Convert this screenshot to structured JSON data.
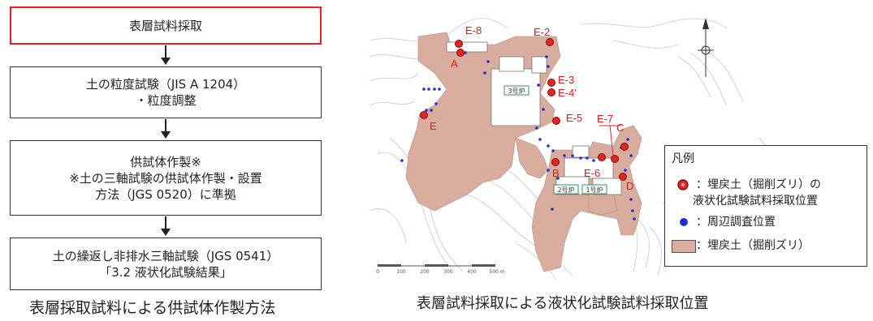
{
  "flowchart": {
    "step1": "表層試料採取",
    "step2": {
      "line1": "土の粒度試験（JIS A 1204）",
      "line2": "・粒度調整"
    },
    "step3": {
      "line1": "供試体作製※",
      "line2": "※土の三軸試験の供試体作製・設置",
      "line3": "方法（JGS 0520）に準拠"
    },
    "step4": {
      "line1": "土の繰返し非排水三軸試験（JGS 0541）",
      "line2": "「3.2 液状化試験結果」"
    },
    "caption": "表層採取試料による供試体作製方法"
  },
  "map": {
    "caption": "表層試料採取による液状化試験試料採取位置",
    "points": [
      "E-8",
      "A",
      "E-2",
      "E-3",
      "E-4′",
      "E-5",
      "E",
      "E-7",
      "C",
      "B",
      "E-6",
      "D"
    ],
    "buildings": [
      "3号炉",
      "2号炉",
      "1号炉"
    ],
    "scale_labels": [
      "0",
      "100",
      "200",
      "300",
      "400",
      "500 m"
    ]
  },
  "legend": {
    "title": "凡例",
    "sample_line1": "：埋戻土（掘削ズリ）の",
    "sample_line2": "液状化試験試料採取位置",
    "survey": "：周辺調査位置",
    "fill": "：埋戻土（掘削ズリ）"
  },
  "colors": {
    "highlight_border": "#e8231f",
    "fill_area": "#d9ad9d",
    "sample_marker": "#e8231f",
    "survey_marker": "#1f2fd6"
  }
}
